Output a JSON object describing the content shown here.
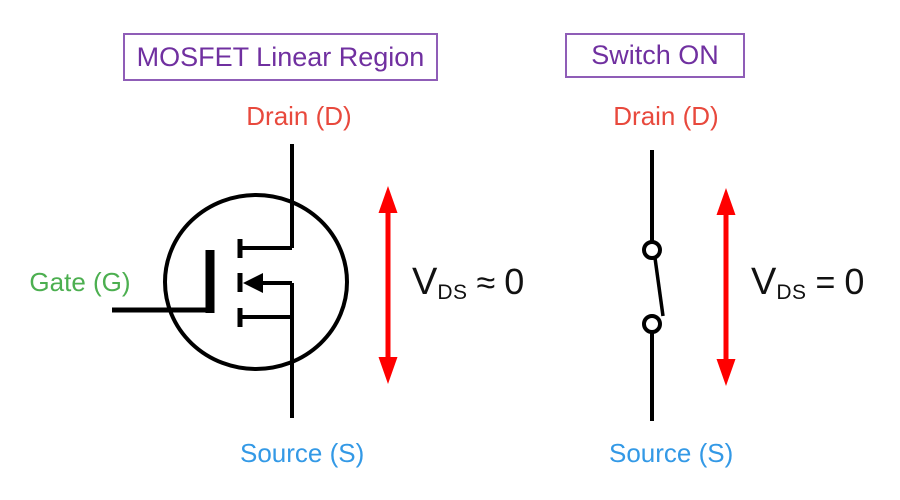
{
  "colors": {
    "title_text": "#7030A0",
    "title_border": "#8F5DB7",
    "drain_label": "#E8493D",
    "gate_label": "#4CAF50",
    "source_label": "#3399E6",
    "arrow": "#FF0000",
    "line": "#000000",
    "background": "#FFFFFF"
  },
  "left_panel": {
    "title": "MOSFET Linear Region",
    "symbol": "nmos-enhancement-transistor",
    "drain_label": "Drain (D)",
    "gate_label": "Gate (G)",
    "source_label": "Source (S)",
    "vds": {
      "symbol": "V",
      "subscript": "DS",
      "relation": "≈",
      "value": "0"
    }
  },
  "right_panel": {
    "title": "Switch ON",
    "symbol": "closed-switch",
    "drain_label": "Drain (D)",
    "source_label": "Source (S)",
    "vds": {
      "symbol": "V",
      "subscript": "DS",
      "relation": "=",
      "value": "0"
    }
  }
}
